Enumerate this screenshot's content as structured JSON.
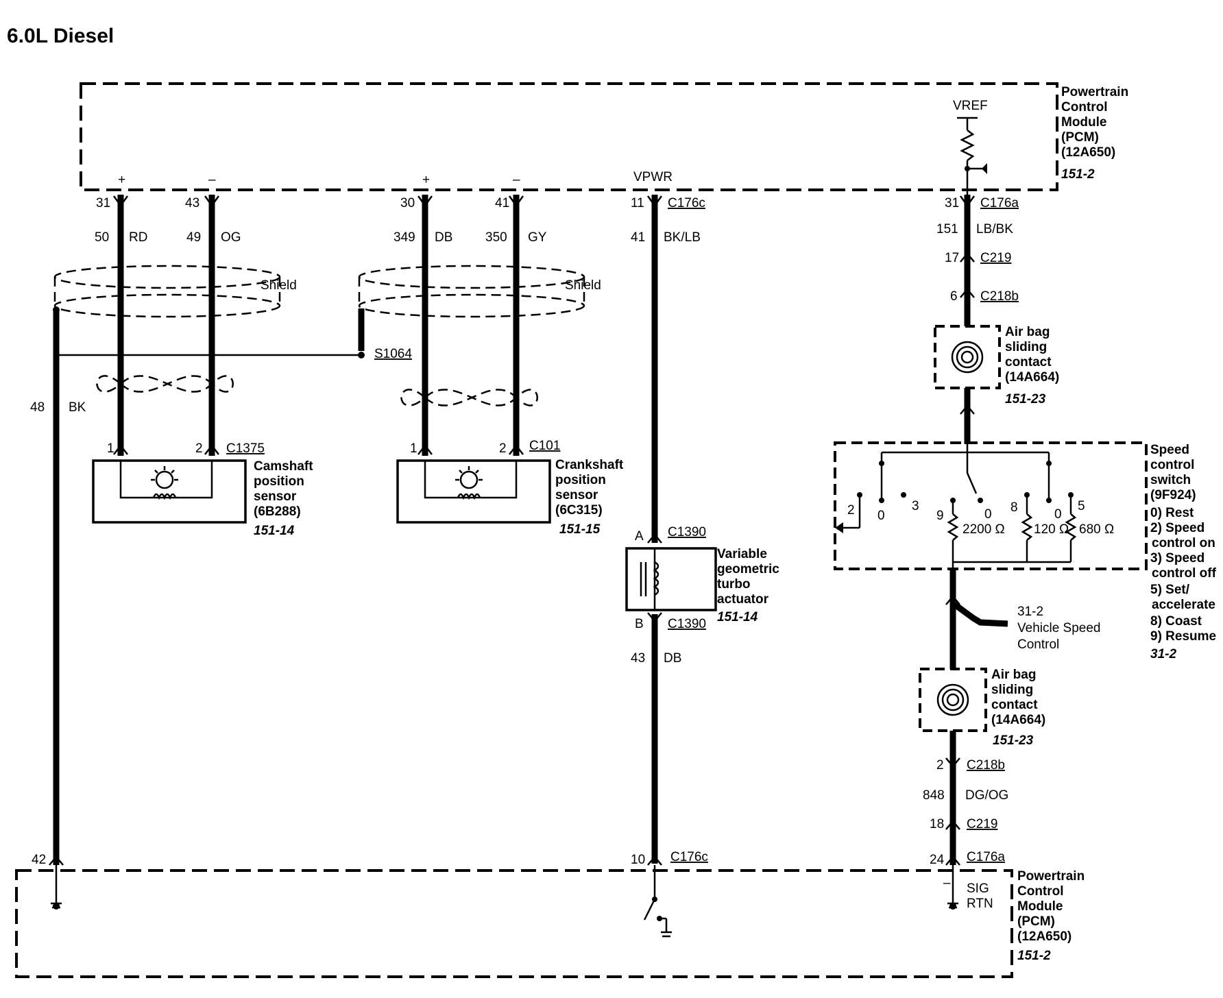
{
  "title": "6.0L Diesel",
  "pcm_top": {
    "lines": [
      "Powertrain",
      "Control",
      "Module",
      "(PCM)",
      "(12A650)"
    ],
    "ref": "151-2",
    "vref": "VREF",
    "vpwr": "VPWR"
  },
  "pcm_bottom": {
    "lines": [
      "Powertrain",
      "Control",
      "Module",
      "(PCM)",
      "(12A650)"
    ],
    "ref": "151-2",
    "sig_rtn": [
      "SIG",
      "RTN"
    ]
  },
  "camshaft": {
    "pins": [
      "31",
      "43"
    ],
    "circuits": [
      "50",
      "49"
    ],
    "colors": [
      "RD",
      "OG"
    ],
    "plus": "+",
    "minus": "–",
    "shield": "Shield",
    "connector": "C1375",
    "sensor_pins": [
      "1",
      "2"
    ],
    "name": [
      "Camshaft",
      "position",
      "sensor",
      "(6B288)"
    ],
    "ref": "151-14"
  },
  "crankshaft": {
    "pins": [
      "30",
      "41"
    ],
    "circuits": [
      "349",
      "350"
    ],
    "colors": [
      "DB",
      "GY"
    ],
    "plus": "+",
    "minus": "–",
    "shield": "Shield",
    "connector": "C101",
    "sensor_pins": [
      "1",
      "2"
    ],
    "name": [
      "Crankshaft",
      "position",
      "sensor",
      "(6C315)"
    ],
    "ref": "151-15"
  },
  "splice": "S1064",
  "ground_wire": {
    "circuit": "48",
    "color": "BK",
    "pin_bottom": "42"
  },
  "turbo": {
    "pin_top": "11",
    "conn_top": "C176c",
    "circuit_top": "41",
    "color_top": "BK/LB",
    "pin_a": "A",
    "conn_a": "C1390",
    "pin_b": "B",
    "conn_b": "C1390",
    "circuit_bottom": "43",
    "color_bottom": "DB",
    "pin_bottom": "10",
    "conn_bottom": "C176c",
    "name": [
      "Variable",
      "geometric",
      "turbo",
      "actuator"
    ],
    "ref": "151-14"
  },
  "speed_top": {
    "pin": "31",
    "conn": "C176a",
    "circuit": "151",
    "color": "LB/BK",
    "pin2": "17",
    "conn2": "C219",
    "pin3": "6",
    "conn3": "C218b"
  },
  "airbag_top": {
    "name": [
      "Air bag",
      "sliding",
      "contact",
      "(14A664)"
    ],
    "ref": "151-23"
  },
  "airbag_bottom": {
    "name": [
      "Air bag",
      "sliding",
      "contact",
      "(14A664)"
    ],
    "ref": "151-23"
  },
  "speed_switch": {
    "name": [
      "Speed",
      "control",
      "switch",
      "(9F924)"
    ],
    "legend": [
      "0) Rest",
      "2) Speed",
      "control on",
      "3) Speed",
      "control off",
      "5) Set/",
      "accelerate",
      "8) Coast",
      "9) Resume"
    ],
    "ref": "31-2",
    "pos_labels": [
      "2",
      "0",
      "3",
      "9",
      "0",
      "8",
      "0",
      "5"
    ],
    "resistors": [
      "2200 Ω",
      "120 Ω",
      "680 Ω"
    ]
  },
  "vsc": {
    "ref": "31-2",
    "lines": [
      "Vehicle Speed",
      "Control"
    ]
  },
  "speed_bottom": {
    "pin": "2",
    "conn": "C218b",
    "circuit": "848",
    "color": "DG/OG",
    "pin2": "18",
    "conn2": "C219",
    "pin3": "24",
    "conn3": "C176a",
    "minus": "–"
  }
}
